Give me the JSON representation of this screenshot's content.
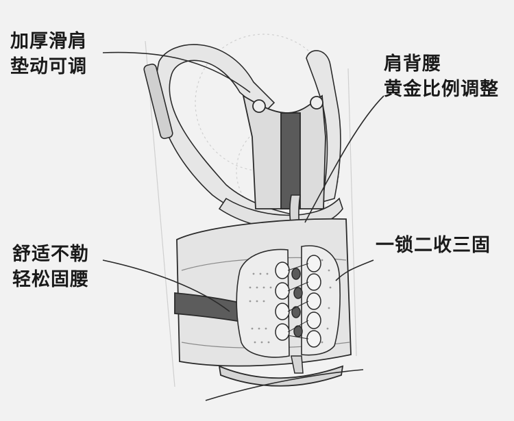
{
  "callouts": {
    "shoulder_pad": {
      "line1": "加厚滑肩",
      "line2": "垫动可调"
    },
    "back_adjust": {
      "line1": "肩背腰",
      "line2": "黄金比例调整"
    },
    "waist": {
      "line1": "舒适不勒",
      "line2": "轻松固腰"
    },
    "lock": {
      "line1": "一锁二收三固"
    }
  },
  "colors": {
    "background": "#f2f2f2",
    "line": "#2a2a2a",
    "fabric": "#dcdcdc",
    "panel": "#c9c9c9",
    "strip": "#5a5a5a"
  }
}
